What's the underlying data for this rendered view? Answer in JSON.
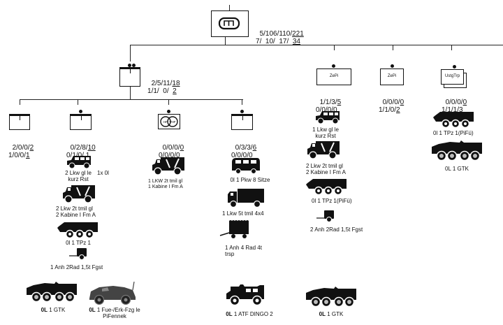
{
  "hq": {
    "symbol": "armored-engineer-company",
    "strength_row1": [
      "5",
      "106",
      "110",
      "221"
    ],
    "strength_row2": [
      "7",
      "10",
      "17",
      "34"
    ]
  },
  "platoon_hq": {
    "symbol": "platoon-headquarters",
    "strength_row1": [
      "2",
      "5",
      "11",
      "18"
    ],
    "strength_row2": [
      "1",
      "1",
      "0",
      "2"
    ]
  },
  "sub_units": [
    {
      "id": "squad-1",
      "strength_row1": "2/0/0/2",
      "strength_row2": "1/0/0/1",
      "vehicles": []
    },
    {
      "id": "squad-2",
      "strength_row1": "0/2/8/10",
      "strength_row2": "0/1/0/ 1",
      "vehicles": [
        {
          "icon": "jeep",
          "label": "2 Lkw gl le\nkurz Rst",
          "note": "1x 0l"
        },
        {
          "icon": "shelter-truck",
          "label": "2 Lkw 2t tmil gl\n2 Kabine I Fm A"
        },
        {
          "icon": "apc-6wheel",
          "label": "0l 1 TPz 1"
        },
        {
          "icon": "trailer-2wheel",
          "label": "1 Anh 2Rad 1,5t Fgst"
        }
      ]
    },
    {
      "id": "hf-vhf-team",
      "box_text": [
        "HF",
        "VHF"
      ],
      "strength_row1": "0/0/0/0",
      "strength_row2": "0/0/0/0",
      "vehicles": [
        {
          "icon": "shelter-truck",
          "label": "1 LKW 2t tmil gl\n1 Kabine I Fm A"
        }
      ]
    },
    {
      "id": "transport-team",
      "strength_row1": "0/3/3/6",
      "strength_row2": "0/0/0/0",
      "vehicles": [
        {
          "icon": "minibus",
          "label": "0l 1 Pkw 8 Sitze"
        },
        {
          "icon": "cargo-truck",
          "label": "1 Lkw 5t tmil 4x4"
        },
        {
          "icon": "trailer-4wheel",
          "label": "1 Anh 4 Rad 4t\ntrsp"
        }
      ]
    },
    {
      "id": "zepi-1",
      "box_text": "ZePi",
      "strength_row1": "1/1/3/5",
      "strength_row2": "0/0/0/0",
      "vehicles": [
        {
          "icon": "jeep",
          "label": "1 Lkw gl le\nkurz Rst"
        },
        {
          "icon": "shelter-truck",
          "label": "2 Lkw 2t tmil gl\n2 Kabine I Fm A"
        },
        {
          "icon": "apc-6wheel",
          "label": "0l 1 TPz 1(PiFü)"
        },
        {
          "icon": "trailer-2wheel",
          "label": "2 Anh 2Rad 1,5t Fgst"
        }
      ]
    },
    {
      "id": "zepi-2",
      "box_text": "ZePi",
      "strength_row1": "0/0/0/0",
      "strength_row2": "1/1/0/2",
      "vehicles": []
    },
    {
      "id": "ustgtrp",
      "box_text": "UstgTrp",
      "strength_row1": "0/0/0/0",
      "strength_row2": "1/1/1/3",
      "vehicles": [
        {
          "icon": "apc-6wheel",
          "label": "0l 1 TPz 1(PiFü)"
        },
        {
          "icon": "gtk-boxer",
          "label": "0L 1 GTK"
        }
      ]
    }
  ],
  "bottom_vehicles": [
    {
      "icon": "gtk-boxer",
      "label_bold": "0L",
      "label": " 1 GTK"
    },
    {
      "icon": "recon-vehicle",
      "label_bold": "0L",
      "label": " 1 Fue-/Erk-Fzg le\nPiFennek"
    },
    {
      "icon": "dingo-atf",
      "label_bold": "0L",
      "label": " 1 ATF DINGO 2"
    },
    {
      "icon": "gtk-boxer",
      "label_bold": "0L",
      "label": " 1 GTK"
    }
  ]
}
